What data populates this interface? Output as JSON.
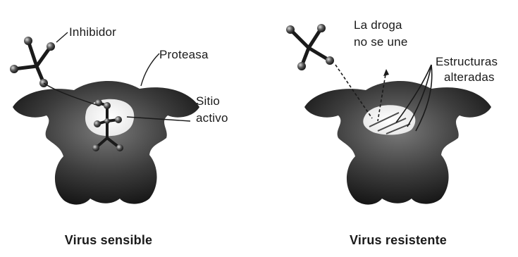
{
  "left_panel": {
    "inhibitor_label": "Inhibidor",
    "protease_label": "Proteasa",
    "active_site_label_line1": "Sitio",
    "active_site_label_line2": "activo",
    "caption": "Virus sensible"
  },
  "right_panel": {
    "drug_label_line1": "La droga",
    "drug_label_line2": "no se une",
    "altered_label_line1": "Estructuras",
    "altered_label_line2": "alteradas",
    "caption": "Virus resistente"
  }
}
